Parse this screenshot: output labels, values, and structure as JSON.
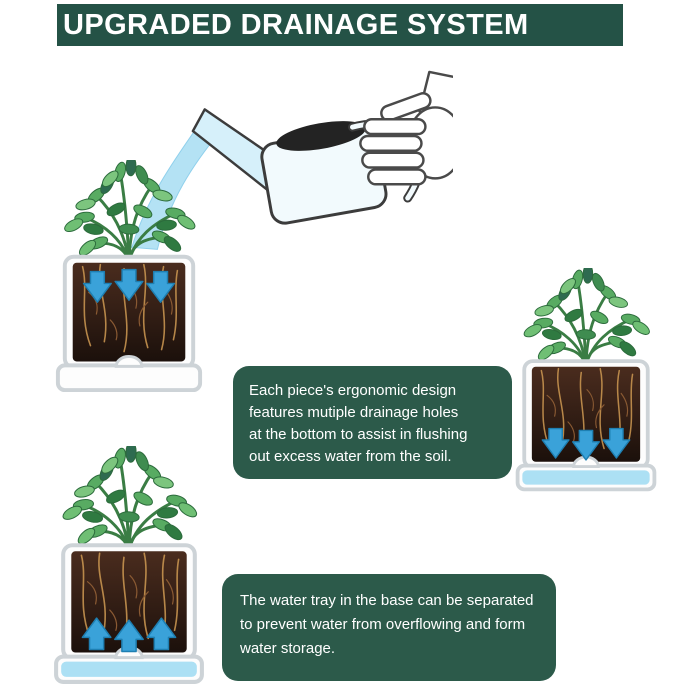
{
  "header": {
    "title": "UPGRADED DRAINAGE SYSTEM"
  },
  "callouts": {
    "drainage": {
      "lines": [
        "Each piece's ergonomic design",
        "features mutiple drainage holes",
        "at the bottom to assist in flushing",
        "out excess water from the soil."
      ]
    },
    "water_tray": {
      "lines": [
        "The water tray in the base can be separated",
        "to prevent water from overflowing and form",
        "water storage."
      ]
    }
  },
  "icons": {
    "hand_watering_can": "hand pouring a watering can over a planter",
    "planter_top_drainage": "planter with water arrows flowing down into soil",
    "planter_bottom_drainage": "planter with arrows draining down into water tray",
    "planter_water_storage": "planter with arrows rising from stored water in tray"
  },
  "colors": {
    "banner_green": "#245246",
    "callout_green": "#2c5a4a",
    "water_blue": "#ace0f4",
    "arrow_blue": "#3aa2d9",
    "leaf_green": "#58ab62",
    "soil_brown": "#311d14",
    "root_tan": "#c6934f"
  }
}
